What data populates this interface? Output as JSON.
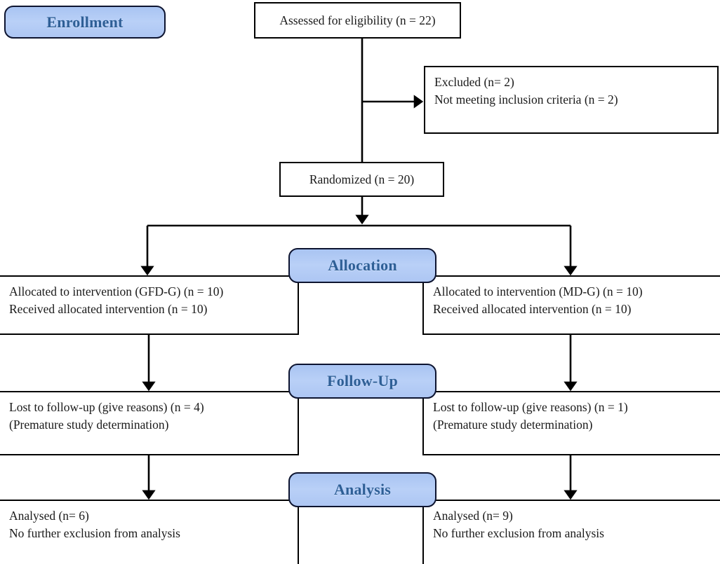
{
  "diagram": {
    "title": "CONSORT participant flow diagram",
    "colors": {
      "stage_fill": "#b3cbf5",
      "stage_border": "#0d1430",
      "stage_text": "#2e5f96",
      "box_border": "#000000",
      "box_fill": "#ffffff",
      "connector": "#000000",
      "background": "#ffffff"
    }
  },
  "stages": [
    {
      "id": "enrollment",
      "label": "Enrollment"
    },
    {
      "id": "allocation",
      "label": "Allocation"
    },
    {
      "id": "followup",
      "label": "Follow-Up"
    },
    {
      "id": "analysis",
      "label": "Analysis"
    }
  ],
  "nodes": {
    "assessed": {
      "lines": [
        "Assessed for eligibility (n = 22)"
      ]
    },
    "excluded": {
      "lines": [
        "Excluded (n= 2)",
        "Not meeting inclusion criteria (n = 2)"
      ]
    },
    "randomized": {
      "lines": [
        "Randomized (n = 20)"
      ]
    },
    "allocated_left": {
      "lines": [
        "Allocated to intervention (GFD-G) (n = 10)",
        "Received allocated intervention (n = 10)"
      ]
    },
    "allocated_right": {
      "lines": [
        "Allocated to intervention (MD-G) (n = 10)",
        "Received allocated intervention (n = 10)"
      ]
    },
    "followup_left": {
      "lines": [
        "Lost to follow-up (give reasons) (n = 4)",
        "(Premature study determination)"
      ]
    },
    "followup_right": {
      "lines": [
        "Lost to follow-up (give reasons) (n = 1)",
        "(Premature study determination)"
      ]
    },
    "analysed_left": {
      "lines": [
        "Analysed (n= 6)",
        "No further exclusion from analysis"
      ]
    },
    "analysed_right": {
      "lines": [
        "Analysed (n= 9)",
        "No further exclusion from analysis"
      ]
    }
  },
  "chart_data": {
    "type": "diagram",
    "title": "CONSORT participant flow diagram",
    "nodes": [
      {
        "id": "assessed",
        "stage": "Enrollment",
        "text": "Assessed for eligibility (n = 22)",
        "n": 22
      },
      {
        "id": "excluded",
        "stage": "Enrollment",
        "text": "Excluded (n= 2); Not meeting inclusion criteria (n = 2)",
        "n": 2
      },
      {
        "id": "randomized",
        "stage": "Enrollment",
        "text": "Randomized (n = 20)",
        "n": 20
      },
      {
        "id": "allocated_left",
        "stage": "Allocation",
        "arm": "GFD-G",
        "text": "Allocated to intervention (GFD-G) (n = 10); Received allocated intervention (n = 10)",
        "n": 10
      },
      {
        "id": "allocated_right",
        "stage": "Allocation",
        "arm": "MD-G",
        "text": "Allocated to intervention (MD-G) (n = 10); Received allocated intervention (n = 10)",
        "n": 10
      },
      {
        "id": "followup_left",
        "stage": "Follow-Up",
        "arm": "GFD-G",
        "text": "Lost to follow-up (give reasons) (n = 4); (Premature study determination)",
        "n": 4
      },
      {
        "id": "followup_right",
        "stage": "Follow-Up",
        "arm": "MD-G",
        "text": "Lost to follow-up (give reasons) (n = 1); (Premature study determination)",
        "n": 1
      },
      {
        "id": "analysed_left",
        "stage": "Analysis",
        "arm": "GFD-G",
        "text": "Analysed (n= 6); No further exclusion from analysis",
        "n": 6
      },
      {
        "id": "analysed_right",
        "stage": "Analysis",
        "arm": "MD-G",
        "text": "Analysed (n= 9); No further exclusion from analysis",
        "n": 9
      }
    ],
    "edges": [
      {
        "from": "assessed",
        "to": "excluded",
        "style": "arrow"
      },
      {
        "from": "assessed",
        "to": "randomized",
        "style": "line"
      },
      {
        "from": "randomized",
        "to": "allocated_left",
        "style": "arrow"
      },
      {
        "from": "randomized",
        "to": "allocated_right",
        "style": "arrow"
      },
      {
        "from": "allocated_left",
        "to": "followup_left",
        "style": "arrow"
      },
      {
        "from": "allocated_right",
        "to": "followup_right",
        "style": "arrow"
      },
      {
        "from": "followup_left",
        "to": "analysed_left",
        "style": "arrow"
      },
      {
        "from": "followup_right",
        "to": "analysed_right",
        "style": "arrow"
      }
    ]
  }
}
